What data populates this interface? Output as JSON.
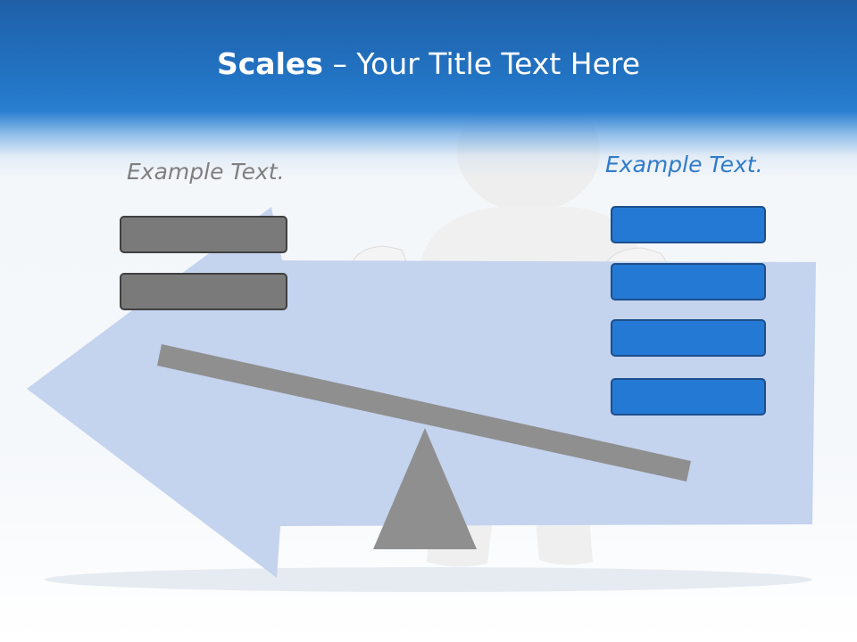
{
  "slide": {
    "title_bold": "Scales",
    "title_rest": " – Your Title Text Here",
    "left_label": "Example Text.",
    "right_label": "Example Text.",
    "left_boxes": [
      "",
      ""
    ],
    "right_boxes": [
      "",
      "",
      "",
      ""
    ]
  },
  "colors": {
    "header": "#2274c4",
    "arrow": "#c4d3ee",
    "scale": "#8f8f8f",
    "left_box": "#7a7a7a",
    "right_box": "#2479d4",
    "left_text": "#7f7f7f",
    "right_text": "#2f7bc8"
  },
  "icons": [
    "left-arrow-graphic",
    "white-3d-figure",
    "seesaw-scale"
  ]
}
